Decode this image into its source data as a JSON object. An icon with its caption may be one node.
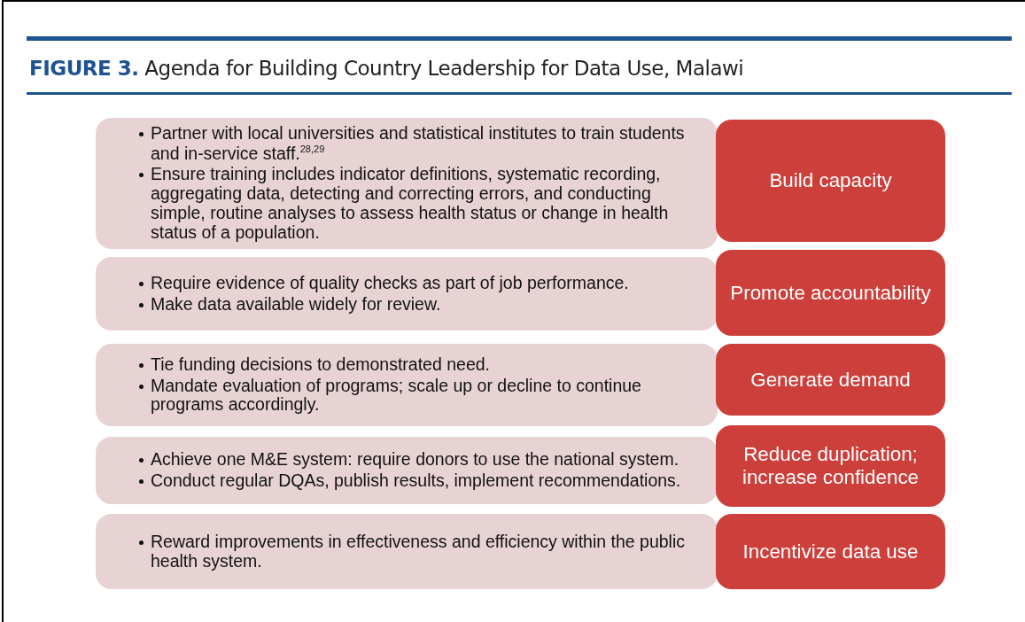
{
  "diagram": {
    "title": "**FIGURE 3.** Agenda for Building Country Leadership for Data Use, Malawi",
    "nodes": [
      {
        "text": [
          "Partner with local universities and statistical institutes to train students and in-service staff.$^{28,29}$",
          "Ensure training includes indicator definitions, systematic recording, aggregating data, detecting and correcting errors, and conducting simple, routine analyses to assess health status or change in health status of a population."
        ]
      },
      {
        "text": [
          "Build capacity"
        ]
      },
      {
        "text": [
          "Require evidence of quality checks as part of job performance.",
          "Make data available widely for review."
        ]
      },
      {
        "text": [
          "Promote accountability"
        ]
      },
      {
        "text": [
          "Tie funding decisions to demonstrated need.",
          "Mandate evaluation of programs; scale up or decline to continue programs accordingly."
        ]
      },
      {
        "text": [
          "Generate demand"
        ]
      },
      {
        "text": [
          "Achieve one M&E system: require donors to use the national system.",
          "Conduct regular DQAs, publish results, implement recommendations."
        ]
      },
      {
        "text": [
          "Reduce duplication; increase confidence"
        ]
      },
      {
        "text": [
          "Reward improvements in effectiveness and efficiency within the public health system."
        ]
      },
      {
        "text": [
          "Incentivize data use"
        ]
      }
    ]
  }
}
